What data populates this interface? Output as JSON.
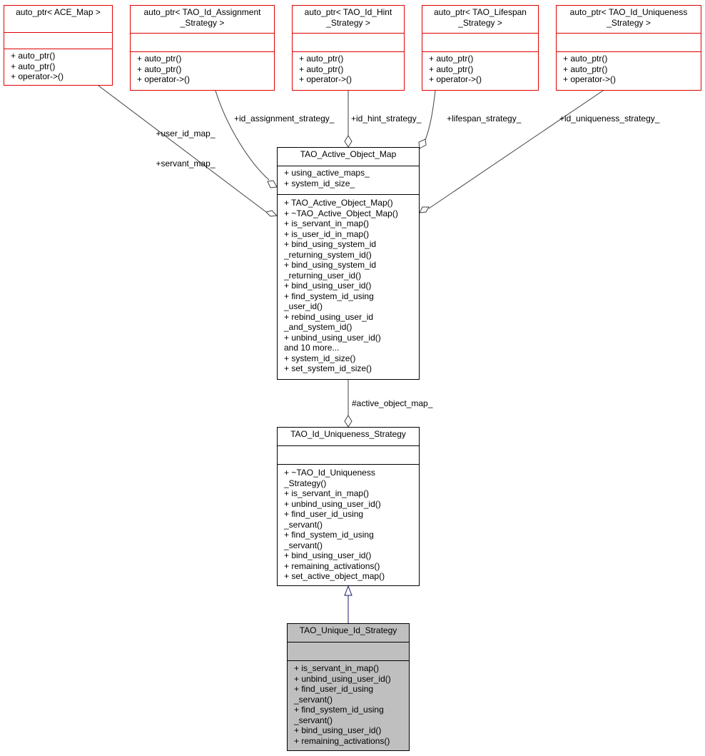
{
  "diagram": {
    "classes": {
      "ace_map": {
        "title": [
          "auto_ptr< ACE_Map >"
        ],
        "attributes": [],
        "operations": [
          "+ auto_ptr()",
          "+ auto_ptr()",
          "+ operator->()"
        ]
      },
      "id_assignment": {
        "title": [
          "auto_ptr< TAO_Id_Assignment",
          "_Strategy >"
        ],
        "attributes": [],
        "operations": [
          "+ auto_ptr()",
          "+ auto_ptr()",
          "+ operator->()"
        ]
      },
      "id_hint": {
        "title": [
          "auto_ptr< TAO_Id_Hint",
          "_Strategy >"
        ],
        "attributes": [],
        "operations": [
          "+ auto_ptr()",
          "+ auto_ptr()",
          "+ operator->()"
        ]
      },
      "lifespan": {
        "title": [
          "auto_ptr< TAO_Lifespan",
          "_Strategy >"
        ],
        "attributes": [],
        "operations": [
          "+ auto_ptr()",
          "+ auto_ptr()",
          "+ operator->()"
        ]
      },
      "id_uniqueness": {
        "title": [
          "auto_ptr< TAO_Id_Uniqueness",
          "_Strategy >"
        ],
        "attributes": [],
        "operations": [
          "+ auto_ptr()",
          "+ auto_ptr()",
          "+ operator->()"
        ]
      },
      "active_object_map": {
        "title": [
          "TAO_Active_Object_Map"
        ],
        "attributes": [
          "+ using_active_maps_",
          "+ system_id_size_"
        ],
        "operations": [
          "+ TAO_Active_Object_Map()",
          "+ ~TAO_Active_Object_Map()",
          "+ is_servant_in_map()",
          "+ is_user_id_in_map()",
          "+ bind_using_system_id",
          "_returning_system_id()",
          "+ bind_using_system_id",
          "_returning_user_id()",
          "+ bind_using_user_id()",
          "+ find_system_id_using",
          "_user_id()",
          "+ rebind_using_user_id",
          "_and_system_id()",
          "+ unbind_using_user_id()",
          "and 10 more...",
          "+ system_id_size()",
          "+ set_system_id_size()"
        ]
      },
      "uniqueness_strategy": {
        "title": [
          "TAO_Id_Uniqueness_Strategy"
        ],
        "attributes": [],
        "operations": [
          "+ ~TAO_Id_Uniqueness",
          "_Strategy()",
          "+ is_servant_in_map()",
          "+ unbind_using_user_id()",
          "+ find_user_id_using",
          "_servant()",
          "+ find_system_id_using",
          "_servant()",
          "+ bind_using_user_id()",
          "+ remaining_activations()",
          "+ set_active_object_map()"
        ]
      },
      "unique_id_strategy": {
        "title": [
          "TAO_Unique_Id_Strategy"
        ],
        "attributes": [],
        "operations": [
          "+ is_servant_in_map()",
          "+ unbind_using_user_id()",
          "+ find_user_id_using",
          "_servant()",
          "+ find_system_id_using",
          "_servant()",
          "+ bind_using_user_id()",
          "+ remaining_activations()"
        ]
      }
    },
    "edge_labels": {
      "user_servant_map": [
        "+user_id_map_",
        "+servant_map_"
      ],
      "id_assignment_strategy": "+id_assignment_strategy_",
      "id_hint_strategy": "+id_hint_strategy_",
      "lifespan_strategy": "+lifespan_strategy_",
      "id_uniqueness_strategy": "+id_uniqueness_strategy_",
      "active_object_map": "#active_object_map_"
    },
    "colors": {
      "template_border": "#e00000",
      "class_border": "#000000",
      "current_fill": "#bfbfbf",
      "aggregation_edge": "#404040",
      "inheritance_edge": "#191970"
    }
  }
}
